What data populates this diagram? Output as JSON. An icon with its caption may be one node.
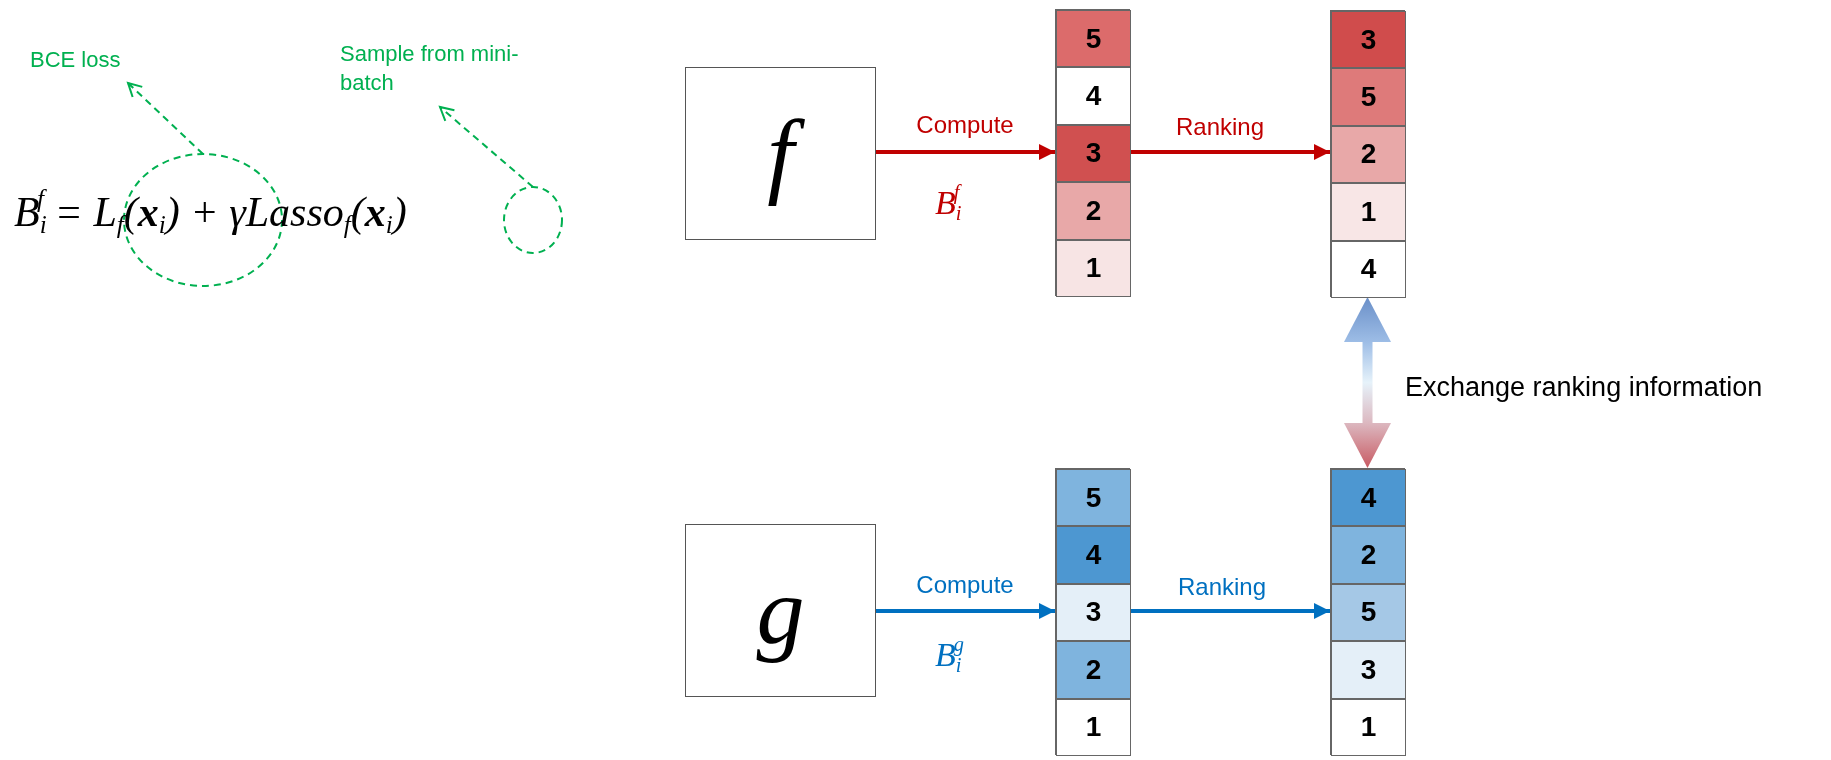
{
  "diagram": {
    "nodes": [
      {
        "text": [
          "BCE loss"
        ]
      },
      {
        "text": [
          "Sample from mini-batch"
        ]
      },
      {
        "text": [],
        "shape": "circle"
      },
      {
        "text": [],
        "shape": "circle"
      },
      {
        "text": [
          "f"
        ]
      },
      {
        "text": [],
        "shape": "bar"
      },
      {
        "text": [
          "5"
        ],
        "in": 5
      },
      {
        "text": [
          "4"
        ],
        "in": 5
      },
      {
        "text": [
          "3"
        ],
        "in": 5
      },
      {
        "text": [
          "2"
        ],
        "in": 5
      },
      {
        "text": [
          "1"
        ],
        "in": 5
      },
      {
        "text": [],
        "shape": "bar"
      },
      {
        "text": [
          "3"
        ],
        "in": 11
      },
      {
        "text": [
          "5"
        ],
        "in": 11
      },
      {
        "text": [
          "2"
        ],
        "in": 11
      },
      {
        "text": [
          "1"
        ],
        "in": 11
      },
      {
        "text": [
          "4"
        ],
        "in": 11
      },
      {
        "text": [
          "g"
        ]
      },
      {
        "text": [],
        "shape": "bar"
      },
      {
        "text": [
          "5"
        ],
        "in": 18
      },
      {
        "text": [
          "4"
        ],
        "in": 18
      },
      {
        "text": [
          "3"
        ],
        "in": 18
      },
      {
        "text": [
          "2"
        ],
        "in": 18
      },
      {
        "text": [
          "1"
        ],
        "in": 18
      },
      {
        "text": [],
        "shape": "bar"
      },
      {
        "text": [
          "4"
        ],
        "in": 24
      },
      {
        "text": [
          "2"
        ],
        "in": 24
      },
      {
        "text": [
          "5"
        ],
        "in": 24
      },
      {
        "text": [
          "3"
        ],
        "in": 24
      },
      {
        "text": [
          "1"
        ],
        "in": 24
      }
    ],
    "edges": [
      {
        "from": 2,
        "to": 0,
        "arrow": "to",
        "style": "dashed",
        "color": "#00b050"
      },
      {
        "from": 3,
        "to": 1,
        "arrow": "to",
        "style": "dashed",
        "color": "#00b050"
      },
      {
        "from": 4,
        "to": 5,
        "arrow": "to",
        "label": "Compute",
        "color": "#c00000"
      },
      {
        "from": 5,
        "to": 11,
        "arrow": "to",
        "label": "Ranking",
        "color": "#c00000"
      },
      {
        "from": 17,
        "to": 18,
        "arrow": "to",
        "label": "Compute",
        "color": "#0070c0"
      },
      {
        "from": 18,
        "to": 24,
        "arrow": "to",
        "label": "Ranking",
        "color": "#0070c0"
      },
      {
        "from": 11,
        "to": 24,
        "arrow": "both",
        "label": "Exchange ranking information",
        "style": "thick"
      }
    ],
    "labels": [
      "B$_{i}$$^{f}$ = L$_{f}$(**x**$_{i}$) + γLasso$_{f}$(**x**$_{i}$)",
      "B$_{i}$$^{f}$",
      "B$_{i}$$^{g}$"
    ]
  }
}
